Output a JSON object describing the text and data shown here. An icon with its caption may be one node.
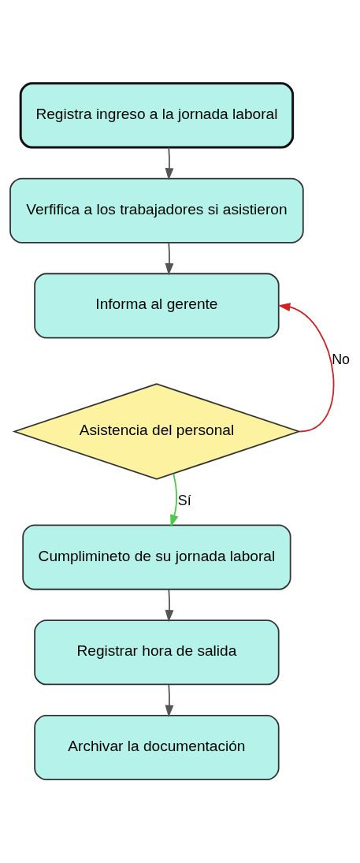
{
  "diagram": {
    "nodes": [
      {
        "text": [
          "Registra ingreso a la jornada laboral"
        ]
      },
      {
        "text": [
          "Verfifica a los trabajadores si asistieron"
        ]
      },
      {
        "text": [
          "Informa al gerente"
        ]
      },
      {
        "text": [
          "Asistencia del personal"
        ]
      },
      {
        "text": [
          "Cumplimineto de su jornada laboral"
        ]
      },
      {
        "text": [
          "Registrar hora de salida"
        ]
      },
      {
        "text": [
          "Archivar la documentación"
        ]
      }
    ],
    "edges": [
      {
        "from": 0,
        "to": 1,
        "arrow": "to"
      },
      {
        "from": 1,
        "to": 2,
        "arrow": "to"
      },
      {
        "from": 3,
        "to": 2,
        "arrow": "to",
        "label": "No",
        "color": "#d42020"
      },
      {
        "from": 3,
        "to": 4,
        "arrow": "to",
        "label": "Sí",
        "color": "#4cc94c"
      },
      {
        "from": 4,
        "to": 5,
        "arrow": "to"
      },
      {
        "from": 5,
        "to": 6,
        "arrow": "to"
      }
    ]
  }
}
